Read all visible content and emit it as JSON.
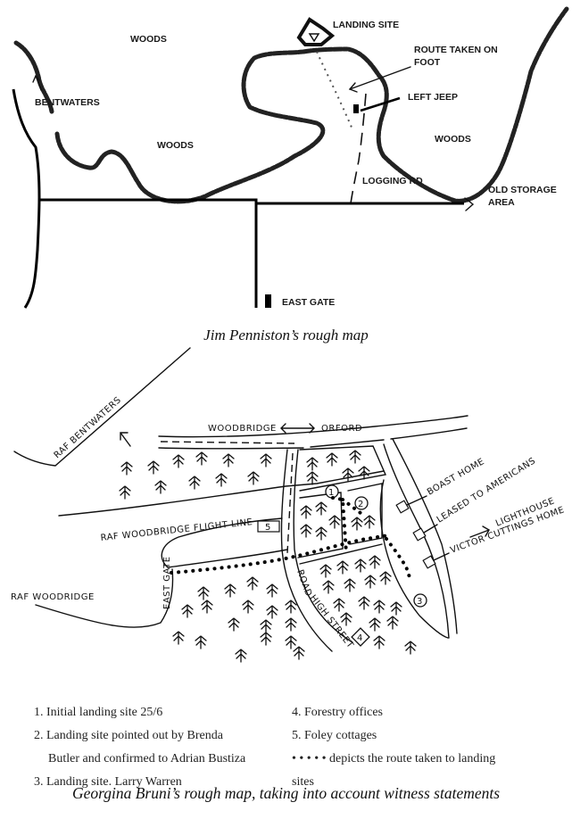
{
  "map1": {
    "labels": {
      "woods_top": "WOODS",
      "bentwaters": "BENTWATERS",
      "woods_middle": "WOODS",
      "landing_site": "LANDING SITE",
      "route_taken_line1": "ROUTE TAKEN ON",
      "route_taken_line2": "FOOT",
      "left_jeep": "LEFT JEEP",
      "woods_right": "WOODS",
      "logging_rd": "LOGGING RD",
      "old_storage_line1": "OLD STORAGE",
      "old_storage_line2": "AREA",
      "east_gate": "EAST GATE"
    },
    "caption": "Jim Penniston’s rough map"
  },
  "map2": {
    "labels": {
      "raf_bentwaters": "RAF BENTWATERS",
      "woodbridge_orford_left": "WOODBRIDGE",
      "woodbridge_orford_right": "ORFORD",
      "flight_line": "RAF WOODBRIDGE FLIGHT LINE",
      "raf_woodbridge": "RAF WOODRIDGE",
      "east_gate": "EAST GATE",
      "road": "ROAD",
      "high_street": "HIGH STREET",
      "boast_home": "BOAST HOME",
      "leased": "LEASED TO AMERICANS",
      "lighthouse": "LIGHTHOUSE",
      "victor": "VICTOR CUTTINGS HOME"
    },
    "markers": [
      "1",
      "2",
      "3",
      "4",
      "5"
    ],
    "legend_left": [
      "1. Initial landing site 25/6",
      "2. Landing site pointed out by Brenda",
      "Butler and confirmed to Adrian Bustiza",
      "3. Landing site. Larry Warren"
    ],
    "legend_right": [
      "4. Forestry offices",
      "5. Foley cottages",
      "• • • • • depicts the route taken to landing",
      "sites"
    ],
    "caption": "Georgina Bruni’s rough map, taking into account witness statements"
  }
}
